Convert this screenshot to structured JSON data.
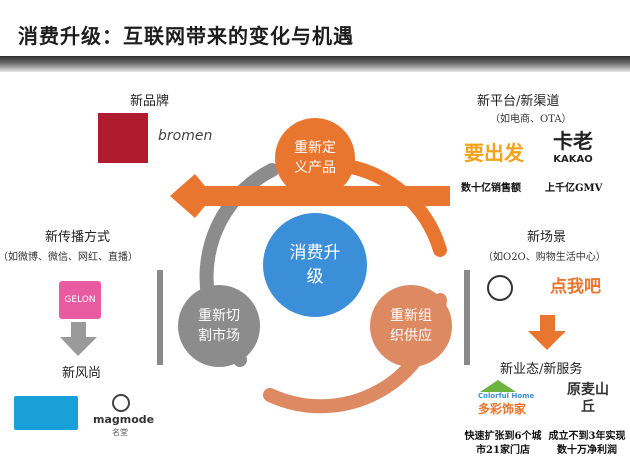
{
  "title": "消费升级：互联网带来的变化与机遇",
  "center": "消费升级",
  "cycle": {
    "top": "重新定义产品",
    "left": "重新切割市场",
    "right": "重新组织供应"
  },
  "left_panel": {
    "new_brand": {
      "heading": "新品牌",
      "logos": [
        "bromen"
      ]
    },
    "new_channel": {
      "heading": "新传播方式",
      "subheading": "（如微博、微信、网红、直播）",
      "logos": [
        "GELON"
      ]
    },
    "new_trend": {
      "heading": "新风尚",
      "logos": [
        "magmode",
        "名堂"
      ]
    }
  },
  "right_panel": {
    "new_platform": {
      "heading": "新平台/新渠道",
      "subheading": "（如电商、OTA）",
      "logos": [
        "要出发",
        "卡老",
        "KAKAO"
      ],
      "captions": [
        "数十亿销售额",
        "上千亿GMV"
      ]
    },
    "new_scene": {
      "heading": "新场景",
      "subheading": "（如O2O、购物生活中心）",
      "logos": [
        "点我吧"
      ]
    },
    "new_business": {
      "heading": "新业态/新服务",
      "logos": [
        "多彩饰家",
        "Colorful Home",
        "原麦山丘"
      ],
      "captions": [
        "快速扩张到6个城市21家门店",
        "成立不到3年实现数十万净利润"
      ]
    }
  },
  "colors": {
    "orange": "#e9762e",
    "blue": "#3a8fd8",
    "gray": "#8c8c8c",
    "salmon": "#dd8a63",
    "arrow": "#9a9a9a"
  }
}
